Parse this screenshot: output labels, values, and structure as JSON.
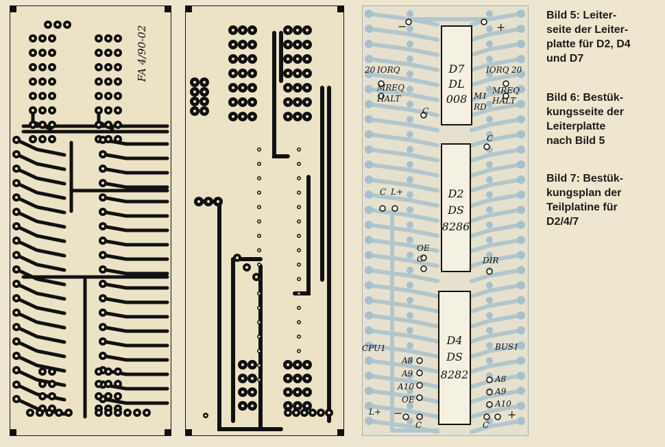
{
  "captions": {
    "bild5": [
      "Bild 5: Leiter-",
      "seite der Leiter-",
      "platte für D2, D4",
      "und D7"
    ],
    "bild6": [
      "Bild 6: Bestük-",
      "kungsseite der",
      "Leiterplatte",
      "nach Bild 5"
    ],
    "bild7": [
      "Bild 7: Bestük-",
      "kungsplan der",
      "Teilplatine für",
      "D2/4/7"
    ]
  },
  "board5": {
    "board_id": "FA 4/90-02"
  },
  "board7": {
    "ics": [
      {
        "ref": "D7",
        "type_top": "DL",
        "type_bottom": "008"
      },
      {
        "ref": "D2",
        "type_top": "DS",
        "type_bottom": "8286"
      },
      {
        "ref": "D4",
        "type_top": "DS",
        "type_bottom": "8282"
      }
    ],
    "labels": {
      "minus": "−",
      "plus": "+",
      "left_20": "20",
      "right_20": "20",
      "iorq_left": "IORQ",
      "mreq_left": "MREQ",
      "halt_left": "HALT",
      "iorq_right": "IORQ",
      "m1": "M1",
      "mreq_right": "MREQ",
      "rd": "RD",
      "halt_right": "HALT",
      "c1": "C",
      "c2": "C",
      "c3": "C",
      "c4": "C",
      "c5": "C",
      "c6": "C",
      "lplus_top": "L+",
      "oe_mid": "OE",
      "dir": "DIR",
      "cpu1": "CPU1",
      "bus1": "BUS1",
      "a8_left": "A8",
      "a9_left": "A9",
      "a10_left": "A10",
      "oe_left": "OE",
      "a8_right": "A8",
      "a9_right": "A9",
      "a10_right": "A10",
      "lplus_bottom": "L+",
      "minus_bottom": "−",
      "plus_bottom": "+"
    }
  }
}
